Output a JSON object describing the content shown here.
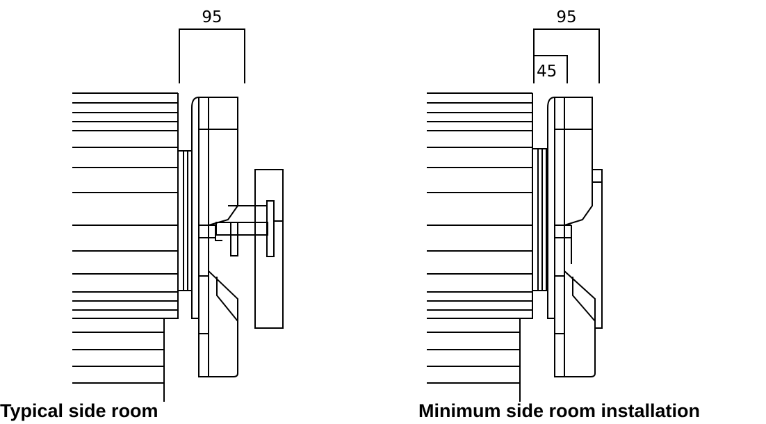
{
  "diagrams": [
    {
      "caption": "Typical side room",
      "dimensions": {
        "overall": "95"
      }
    },
    {
      "caption": "Minimum side room installation",
      "dimensions": {
        "overall": "95",
        "inner": "45"
      }
    }
  ]
}
